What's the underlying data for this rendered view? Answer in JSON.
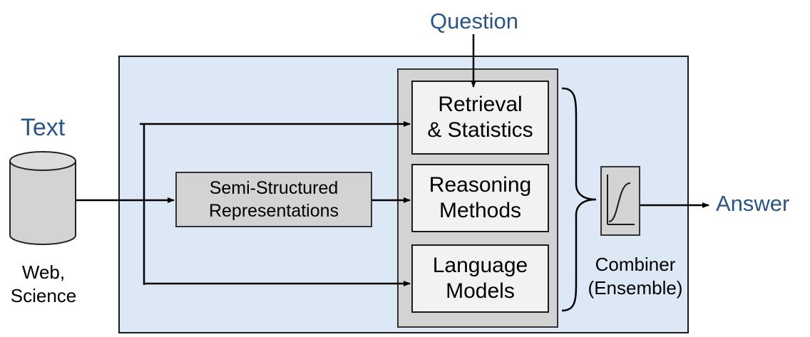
{
  "question_label": "Question",
  "text_label": "Text",
  "source_label": "Web,\nScience",
  "semi_structured_label": "Semi-Structured\nRepresentations",
  "methods": [
    {
      "label": "Retrieval\n& Statistics"
    },
    {
      "label": "Reasoning\nMethods"
    },
    {
      "label": "Language\nModels"
    }
  ],
  "combiner_label": "Combiner\n(Ensemble)",
  "answer_label": "Answer",
  "colors": {
    "panel_bg": "#dde8f6",
    "box_gray": "#d3d3d3",
    "accent_blue": "#2a5587"
  }
}
